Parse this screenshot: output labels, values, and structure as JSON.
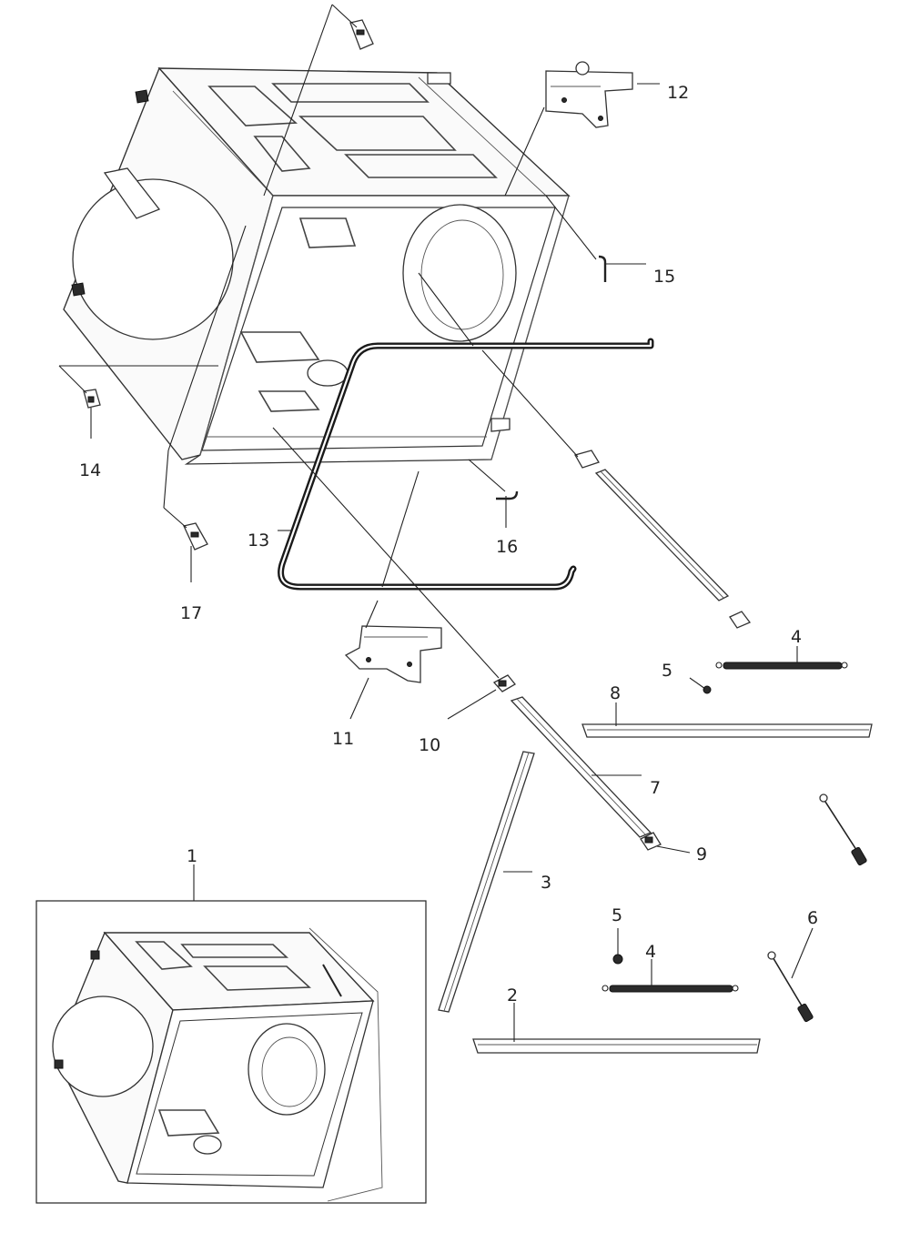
{
  "labels": {
    "l1": "1",
    "l2": "2",
    "l3": "3",
    "l4a": "4",
    "l4b": "4",
    "l5a": "5",
    "l5b": "5",
    "l6": "6",
    "l7": "7",
    "l8": "8",
    "l9": "9",
    "l10": "10",
    "l11": "11",
    "l12": "12",
    "l13": "13",
    "l14": "14",
    "l15": "15",
    "l16": "16",
    "l17": "17"
  }
}
